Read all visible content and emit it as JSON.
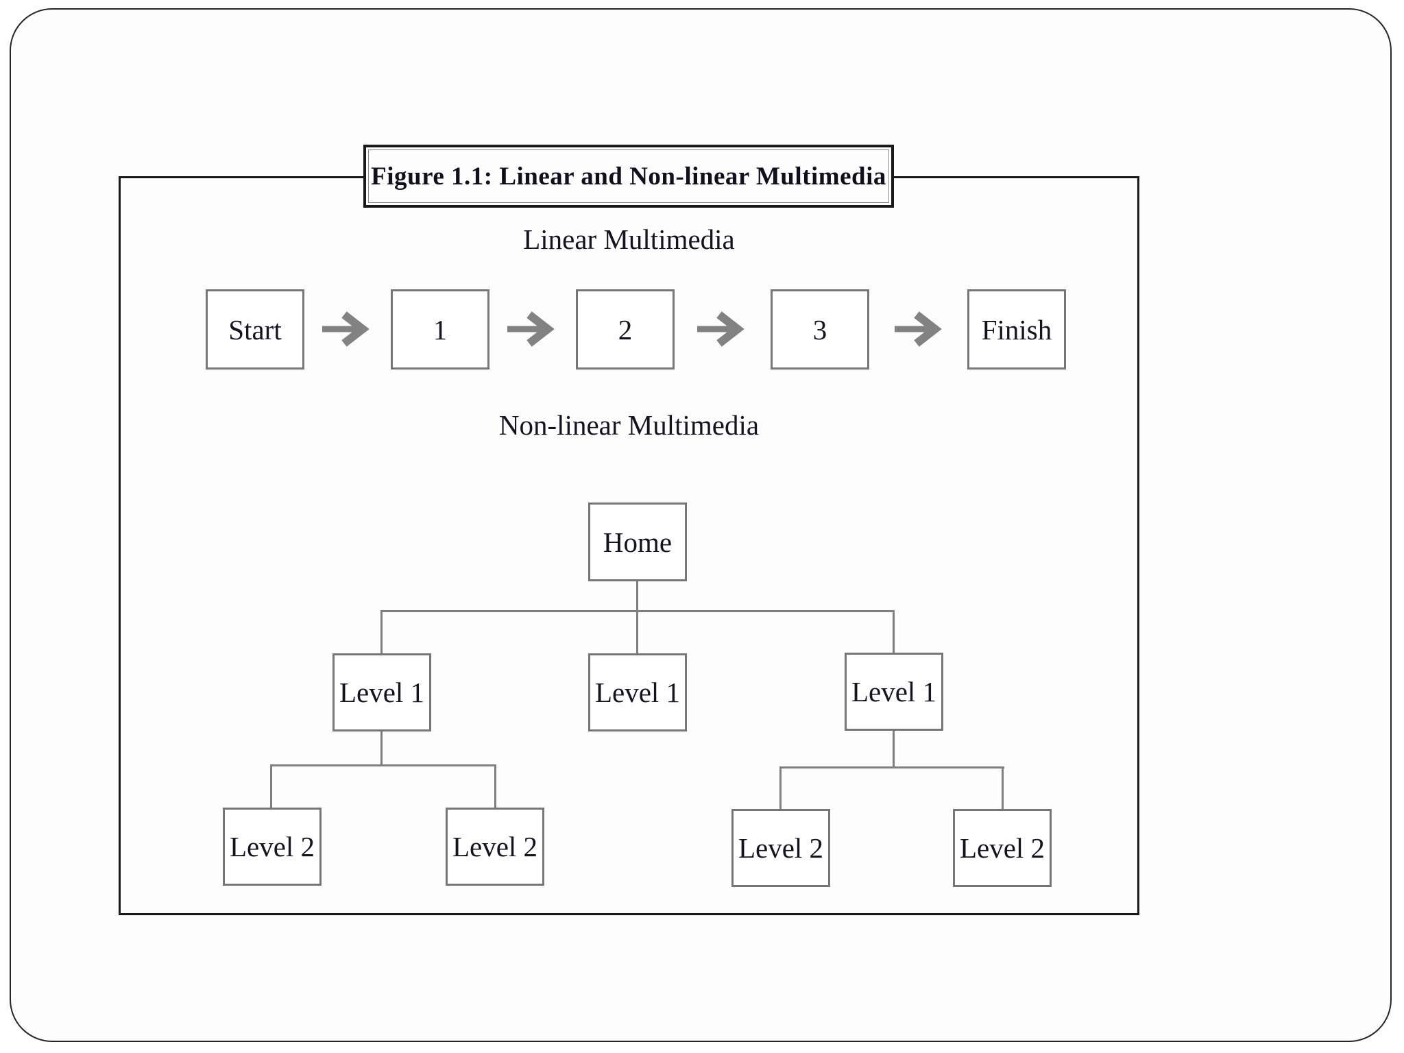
{
  "figure": {
    "title": "Figure 1.1: Linear and Non-linear Multimedia",
    "sections": {
      "linear": {
        "heading": "Linear Multimedia",
        "nodes": [
          "Start",
          "1",
          "2",
          "3",
          "Finish"
        ]
      },
      "nonlinear": {
        "heading": "Non-linear Multimedia",
        "root": "Home",
        "level1": [
          "Level 1",
          "Level 1",
          "Level 1"
        ],
        "level2_left": [
          "Level 2",
          "Level 2"
        ],
        "level2_right": [
          "Level 2",
          "Level 2"
        ]
      }
    }
  },
  "colors": {
    "frame_border": "#191919",
    "box_border": "#767676",
    "connector_line": "#7f7f7f",
    "arrow": "#828282",
    "text": "#14141f",
    "background": "#fdfdfd"
  }
}
